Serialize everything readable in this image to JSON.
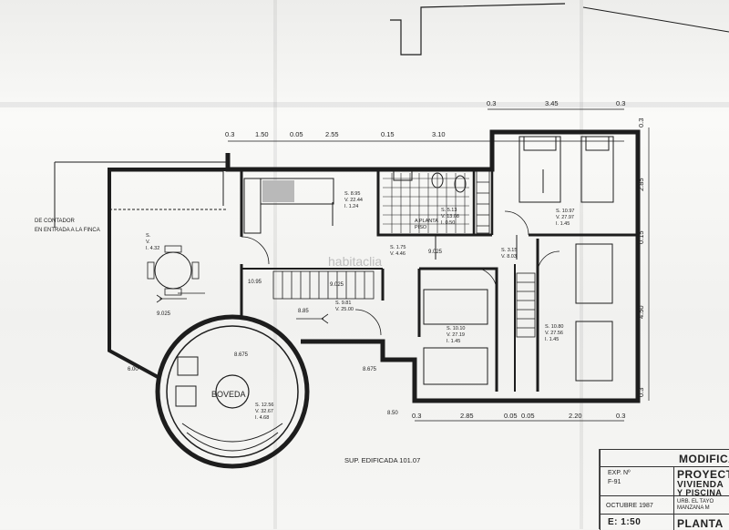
{
  "watermark": "habitaclia",
  "dimensions_top": [
    "0.3",
    "1.50",
    "0.05",
    "2.55",
    "0.15",
    "3.10",
    "0.3",
    "3.45",
    "0.3"
  ],
  "dimensions_right": [
    "0.3",
    "2.85",
    "0.15",
    "4.50",
    "0.3"
  ],
  "dimensions_bottom": [
    "0.3",
    "2.85",
    "0.05",
    "0.05",
    "2.20",
    "0.3"
  ],
  "dimension_labels": {
    "d_9025a": "9.025",
    "d_9025b": "9.025",
    "d_9025c": "9.025",
    "d_1095": "10.95",
    "d_885": "8.85",
    "d_8675a": "8.675",
    "d_8675b": "8.675",
    "d_850": "8.50",
    "d_600": "6.00"
  },
  "meter_note": [
    "DE CONTADOR",
    "EN ENTRADA A LA FINCA"
  ],
  "rooms": {
    "salon": [
      "S.",
      "V.",
      "I. 4.32"
    ],
    "kitchen": [
      "S. 8.95",
      "V. 22.44",
      "I. 1.24"
    ],
    "bath": [
      "S. 5.13",
      "V. 13.08",
      "I. 0.50"
    ],
    "bed1": [
      "S. 10.97",
      "V. 27.97",
      "I. 1.45"
    ],
    "bed2": [
      "S. 10.10",
      "V. 27.19",
      "I. 1.45"
    ],
    "bed3": [
      "S. 10.80",
      "V. 27.56",
      "I. 1.45"
    ],
    "hall": [
      "S. 9.81",
      "V. 25.00"
    ],
    "corridor": [
      "S. 1.75",
      "V. 4.46"
    ],
    "corridor2": [
      "S. 3.15",
      "V. 8.03"
    ],
    "boveda": [
      "S. 12.56",
      "V. 32.67",
      "I. 4.68"
    ]
  },
  "boveda_label": "BOVEDA",
  "planta_piso": [
    "A PLANTA",
    "PISO"
  ],
  "sup_edificada": "SUP. EDIFICADA   101.07",
  "title_block": {
    "modific": "MODIFICA",
    "exp_label": "EXP. Nº",
    "exp_value": "F-91",
    "proyect": "PROYECT",
    "vivienda": "VIVIENDA",
    "piscina": "Y PISCINA",
    "date": "OCTUBRE   1987",
    "urb": "URB. EL TAYO",
    "manzana": "MANZANA  M",
    "scale": "E:   1:50",
    "planta": "PLANTA"
  }
}
